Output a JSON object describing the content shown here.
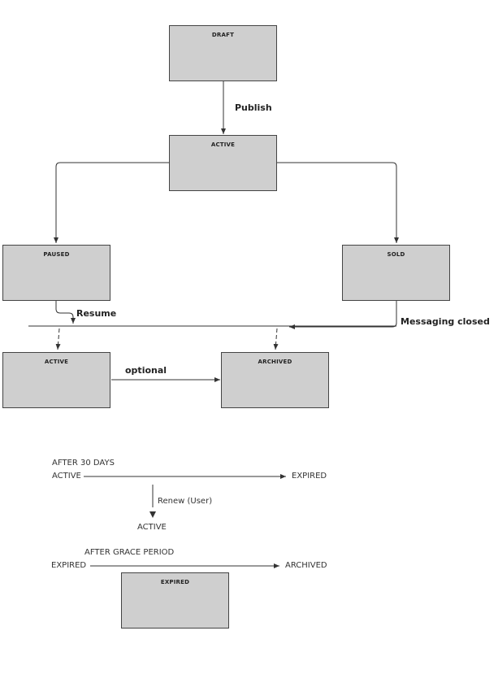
{
  "nodes": {
    "draft": "DRAFT",
    "active": "ACTIVE",
    "paused": "PAUSED",
    "sold": "SOLD",
    "active_resumed": "ACTIVE",
    "archived": "ARCHIVED",
    "expired_box": "EXPIRED"
  },
  "edges": {
    "publish": "Publish",
    "resume": "Resume",
    "messaging_closed": "Messaging closed",
    "optional": "optional"
  },
  "expiry_flow": {
    "after_30_days": "AFTER 30 DAYS",
    "active_from": "ACTIVE",
    "expired_to": "EXPIRED",
    "renew": "Renew (User)",
    "active_after_renew": "ACTIVE",
    "after_grace_period": "AFTER GRACE PERIOD",
    "expired_from": "EXPIRED",
    "archived_to": "ARCHIVED"
  },
  "colors": {
    "node_fill": "#cfcfcf",
    "node_border": "#444444",
    "line": "#333333"
  }
}
